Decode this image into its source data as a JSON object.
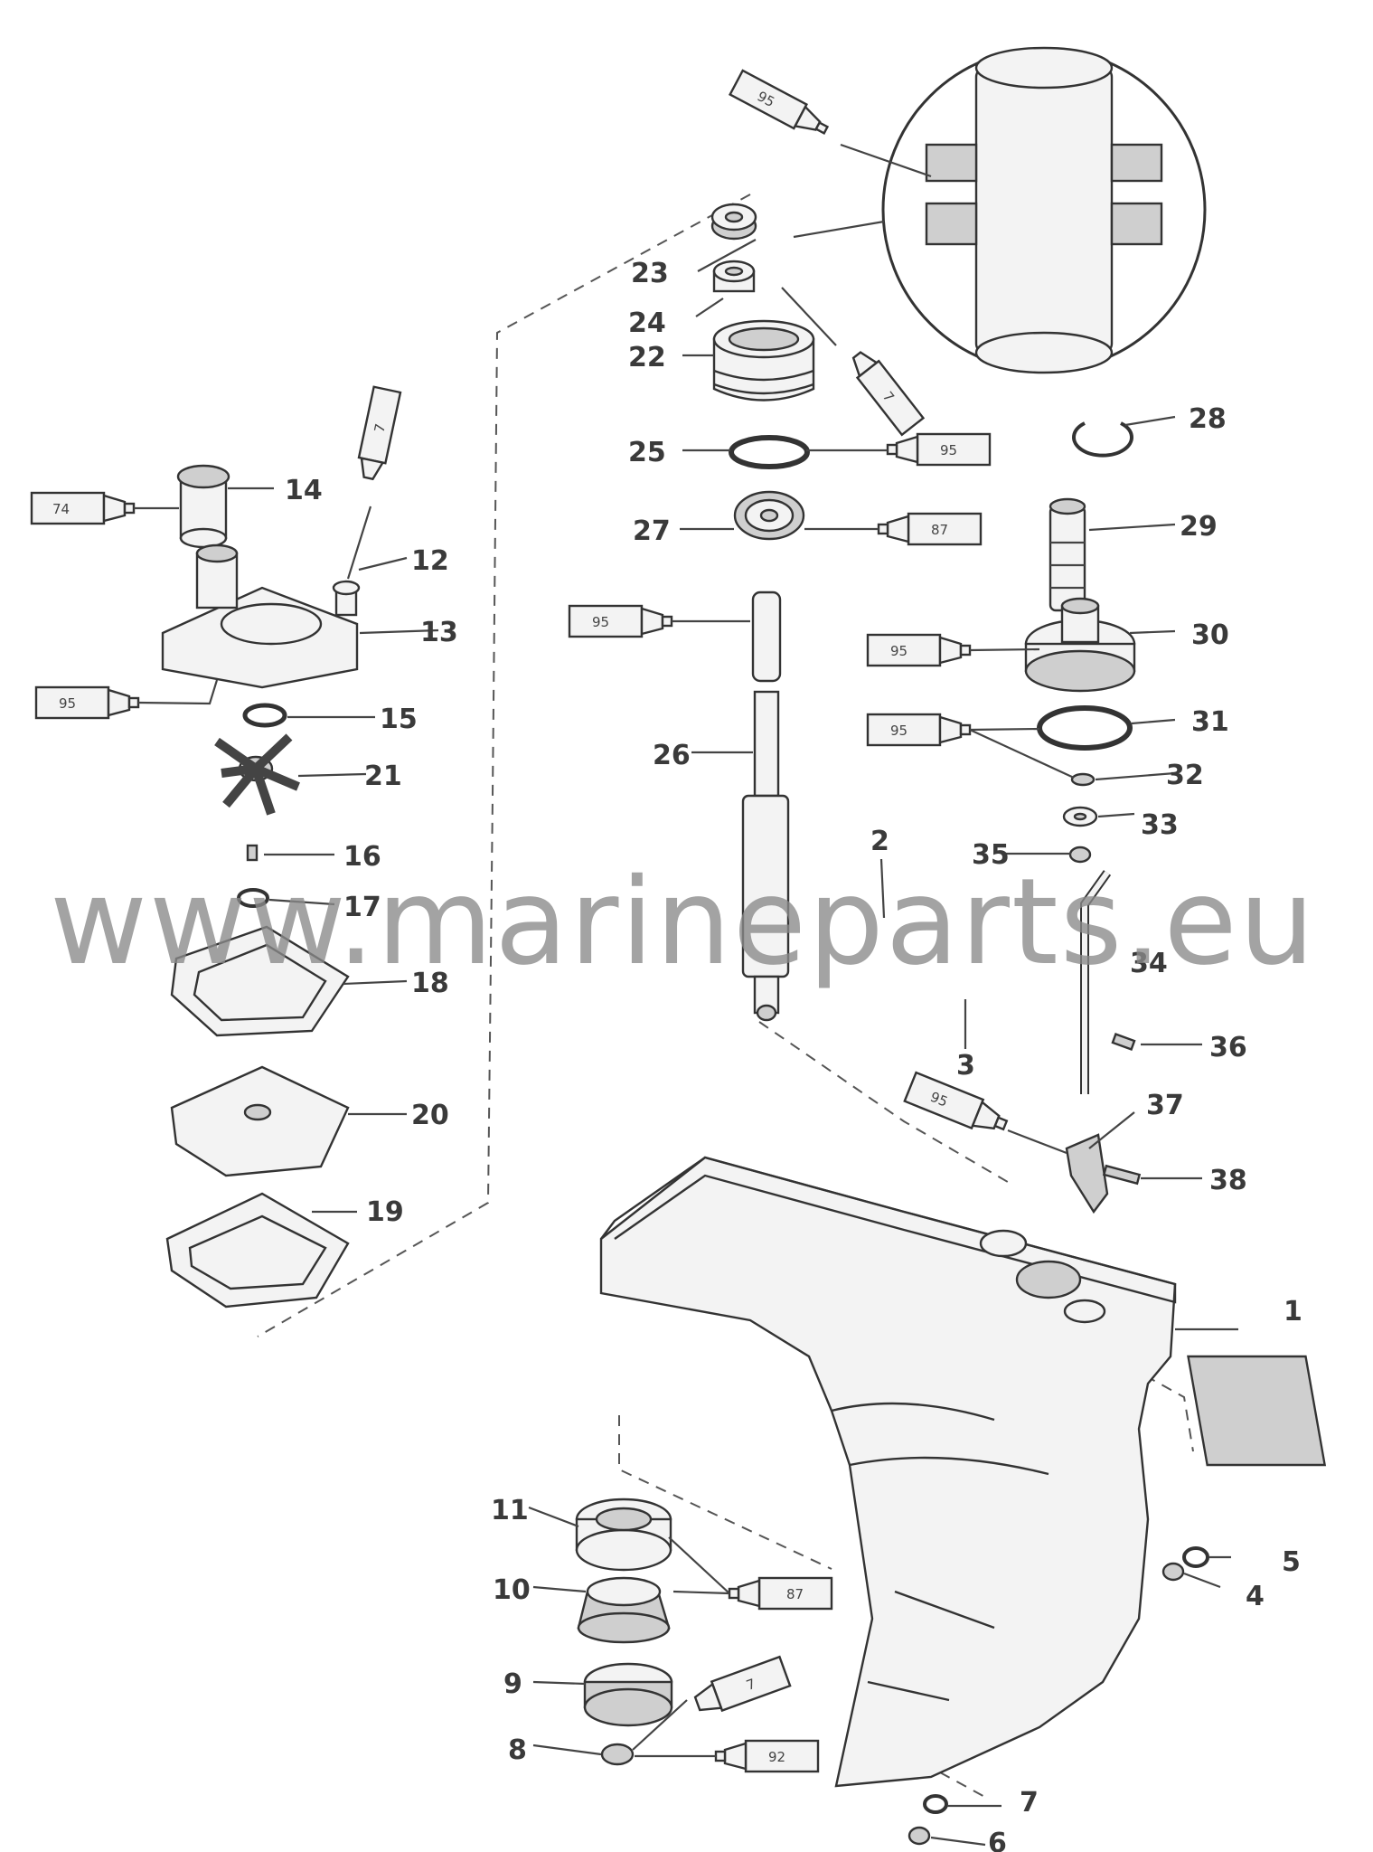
{
  "labels": {
    "l1": "1",
    "l2": "2",
    "l3": "3",
    "l4": "4",
    "l5": "5",
    "l6": "6",
    "l7": "7",
    "l8": "8",
    "l9": "9",
    "l10": "10",
    "l11": "11",
    "l12": "12",
    "l13": "13",
    "l14": "14",
    "l15": "15",
    "l16": "16",
    "l17": "17",
    "l18": "18",
    "l19": "19",
    "l20": "20",
    "l21": "21",
    "l22": "22",
    "l23": "23",
    "l24": "24",
    "l25": "25",
    "l26": "26",
    "l27": "27",
    "l28": "28",
    "l29": "29",
    "l30": "30",
    "l31": "31",
    "l32": "32",
    "l33": "33",
    "l34": "34",
    "l35": "35",
    "l36": "36",
    "l37": "37",
    "l38": "38"
  },
  "tubes": {
    "t_detail": "95",
    "t_24": "7",
    "t_12": "7",
    "t_14": "74",
    "t_25": "95",
    "t_27": "87",
    "t_26": "95",
    "t_13": "95",
    "t_30": "95",
    "t_31": "95",
    "t_37": "95",
    "t_10": "87",
    "t_9": "7",
    "t_8": "92"
  },
  "watermark": "www.marineparts.eu"
}
